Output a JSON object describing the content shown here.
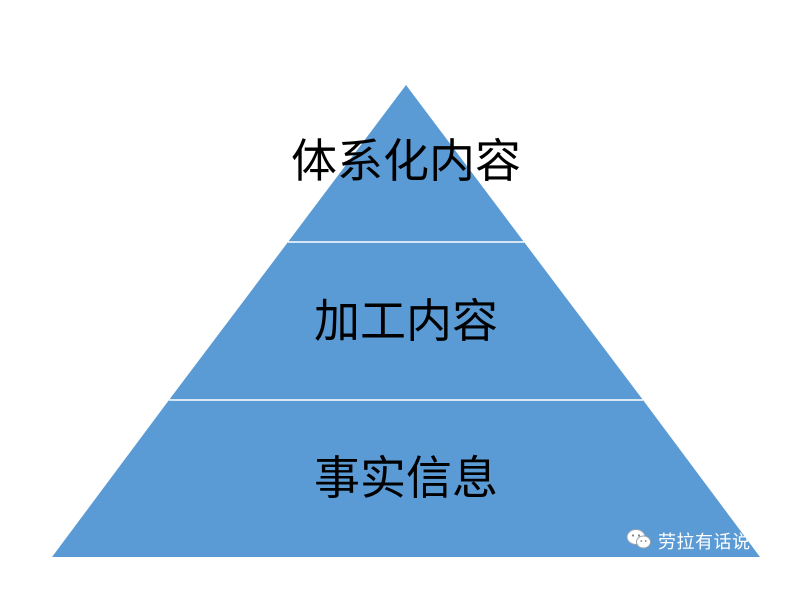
{
  "pyramid": {
    "tiers": [
      {
        "label": "体系化内容"
      },
      {
        "label": "加工内容"
      },
      {
        "label": "事实信息"
      }
    ],
    "fill_color": "#5b9bd5",
    "divider_color": "#ffffff"
  },
  "watermark": {
    "icon": "wechat-icon",
    "text": "劳拉有话说"
  }
}
